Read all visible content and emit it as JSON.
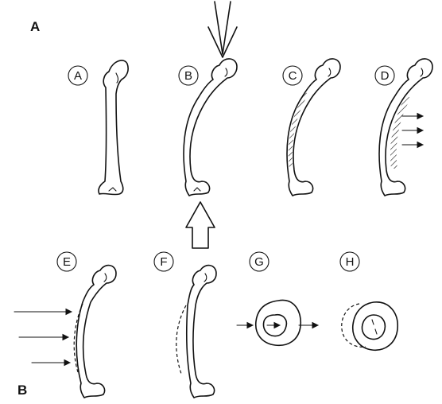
{
  "panels": {
    "top": "A",
    "bottom": "B"
  },
  "labels": [
    "A",
    "B",
    "C",
    "D",
    "E",
    "F",
    "G",
    "H"
  ],
  "colors": {
    "ink": "#111111",
    "background": "#ffffff"
  }
}
